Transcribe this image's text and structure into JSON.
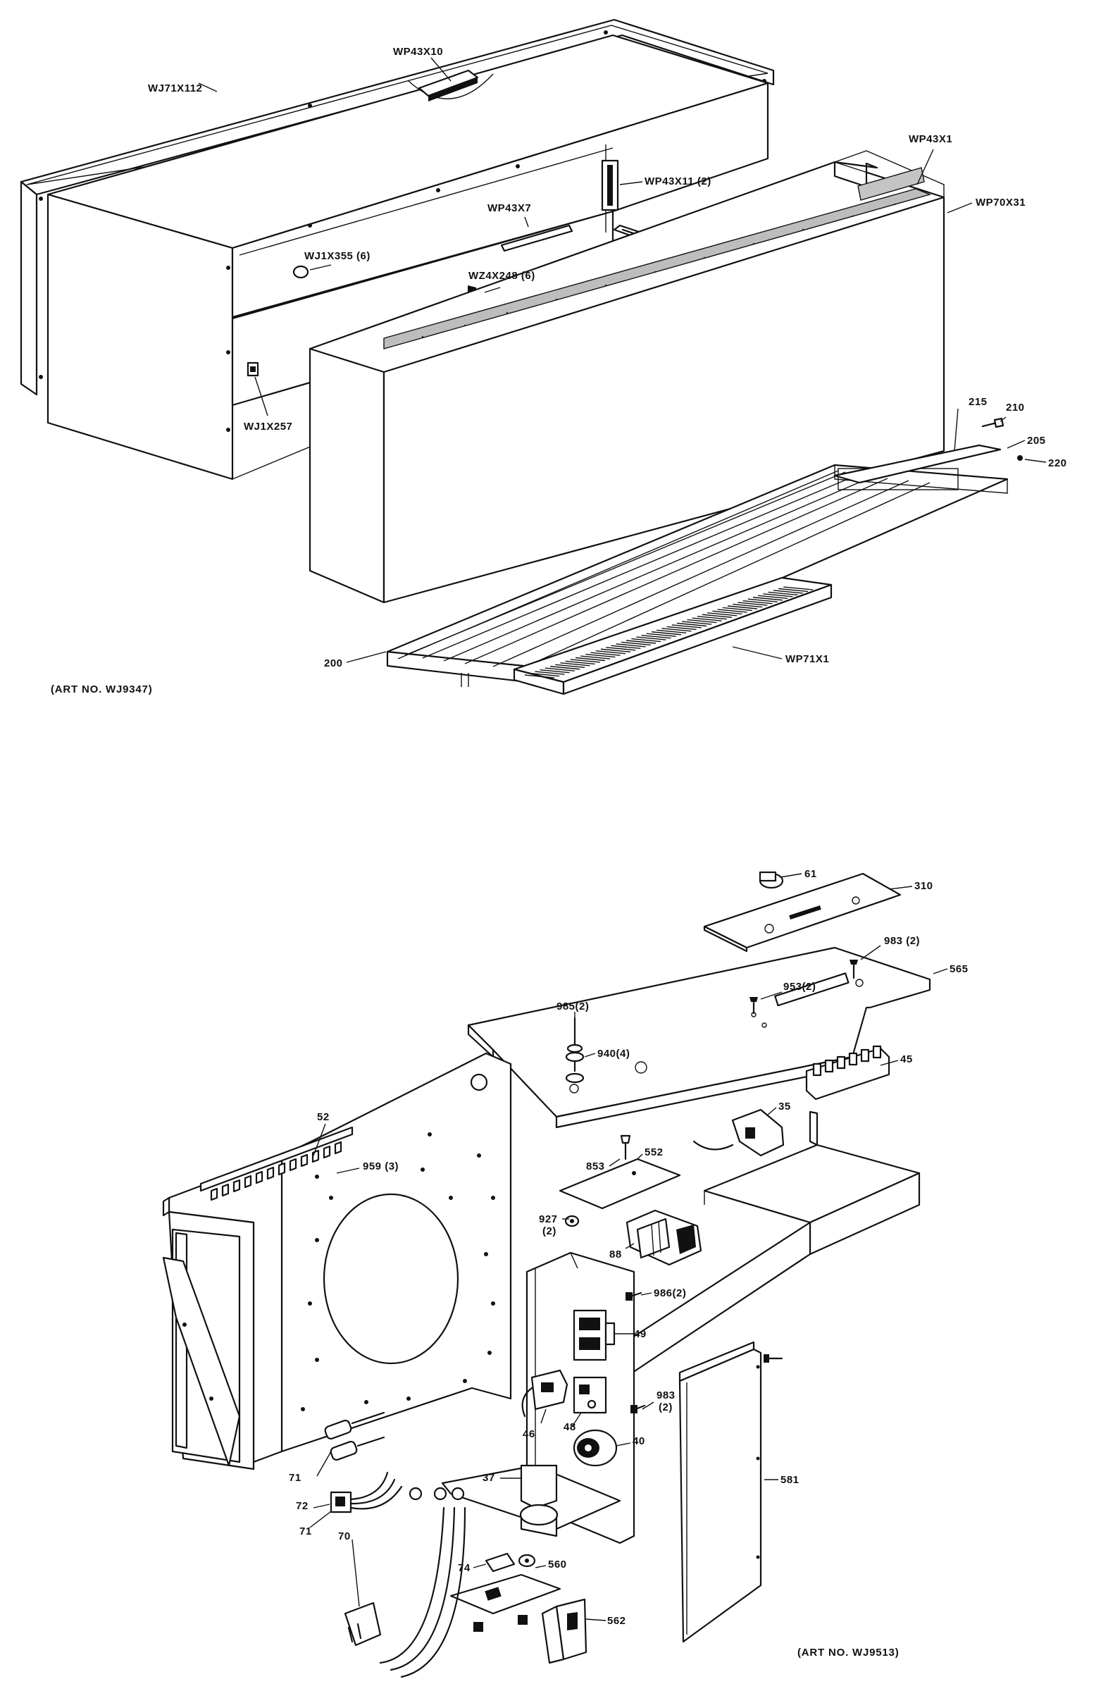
{
  "diagram_top": {
    "caption": "(ART NO. WJ9347)",
    "labels": {
      "wj71x112": "WJ71X112",
      "wp43x10": "WP43X10",
      "wp43x11": "WP43X11 (2)",
      "wp43x1": "WP43X1",
      "wp70x31": "WP70X31",
      "wp43x7": "WP43X7",
      "wj1x355": "WJ1X355 (6)",
      "wz4x248": "WZ4X248 (6)",
      "wj1x257": "WJ1X257",
      "p215": "215",
      "p210": "210",
      "p205": "205",
      "p220": "220",
      "p200": "200",
      "wp71x1": "WP71X1"
    }
  },
  "diagram_bottom": {
    "caption": "(ART NO. WJ9513)",
    "labels": {
      "p61": "61",
      "p310": "310",
      "p983a": "983 (2)",
      "p565": "565",
      "p953": "953(2)",
      "p985": "985(2)",
      "p940": "940(4)",
      "p45": "45",
      "p35": "35",
      "p52": "52",
      "p959": "959 (3)",
      "p853": "853",
      "p552": "552",
      "p927": "927",
      "p927q": "(2)",
      "p88": "88",
      "p986": "986(2)",
      "p49": "49",
      "p983b": "983",
      "p983bq": "(2)",
      "p46": "46",
      "p48": "48",
      "p40": "40",
      "p71a": "71",
      "p37": "37",
      "p72": "72",
      "p71b": "71",
      "p70": "70",
      "p74": "74",
      "p560": "560",
      "p581": "581",
      "p562": "562"
    }
  }
}
